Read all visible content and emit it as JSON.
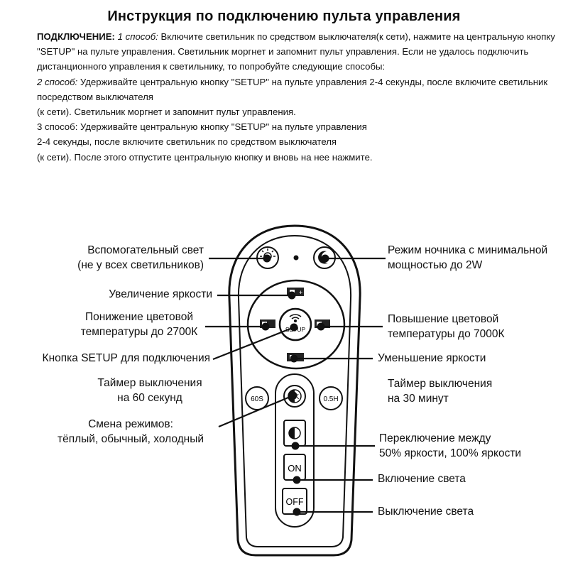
{
  "title": "Инструкция по подключению пульта управления",
  "instructions": {
    "lead": "ПОДКЛЮЧЕНИЕ:",
    "method1_label": "1 способ:",
    "method1_text": " Включите светильник по средством выключателя(к сети), нажмите на центральную кнопку \"SETUP\" на пульте управления. Светильник моргнет и запомнит пульт управления. Если не удалось подключить дистанционного управления к светильнику, то попробуйте следующие способы:",
    "method2_label": "2 способ:",
    "method2_text_line1": " Удерживайте центральную кнопку \"SETUP\" на пульте управления 2-4 секунды, после включите светильник посредством выключателя",
    "method2_text_line2": "(к сети). Светильник моргнет и запомнит пульт управления.",
    "method3_line1": "3 способ: Удерживайте центральную кнопку \"SETUP\" на пульте управления",
    "method3_line2": "2-4 секунды, после включите светильник по средством выключателя",
    "method3_line3": "(к сети). После этого отпустите центральную кнопку и вновь на нее нажмите."
  },
  "labels": {
    "aux_light_1": "Вспомогательный свет",
    "aux_light_2": "(не у всех светильников)",
    "night_mode_1": "Режим ночника с минимальной",
    "night_mode_2": "мощностью до 2W",
    "brightness_up": "Увеличение яркости",
    "cct_down_1": "Понижение цветовой",
    "cct_down_2": "температуры до 2700К",
    "cct_up_1": "Повышение цветовой",
    "cct_up_2": "температуры до 7000К",
    "setup_button": "Кнопка SETUP для подключения",
    "brightness_down": "Уменьшение яркости",
    "timer60_1": "Таймер выключения",
    "timer60_2": "на 60 секунд",
    "timer30_1": "Таймер выключения",
    "timer30_2": "на 30 минут",
    "modes_1": "Смена режимов:",
    "modes_2": "тёплый, обычный, холодный",
    "toggle_1": "Переключение между",
    "toggle_2": "50% яркости, 100% яркости",
    "on": "Включение света",
    "off": "Выключение света"
  },
  "remote": {
    "setup": "SETUP",
    "timer_60": "60S",
    "timer_30": "0.5H",
    "mode_k": "K",
    "on": "ON",
    "off": "OFF"
  }
}
